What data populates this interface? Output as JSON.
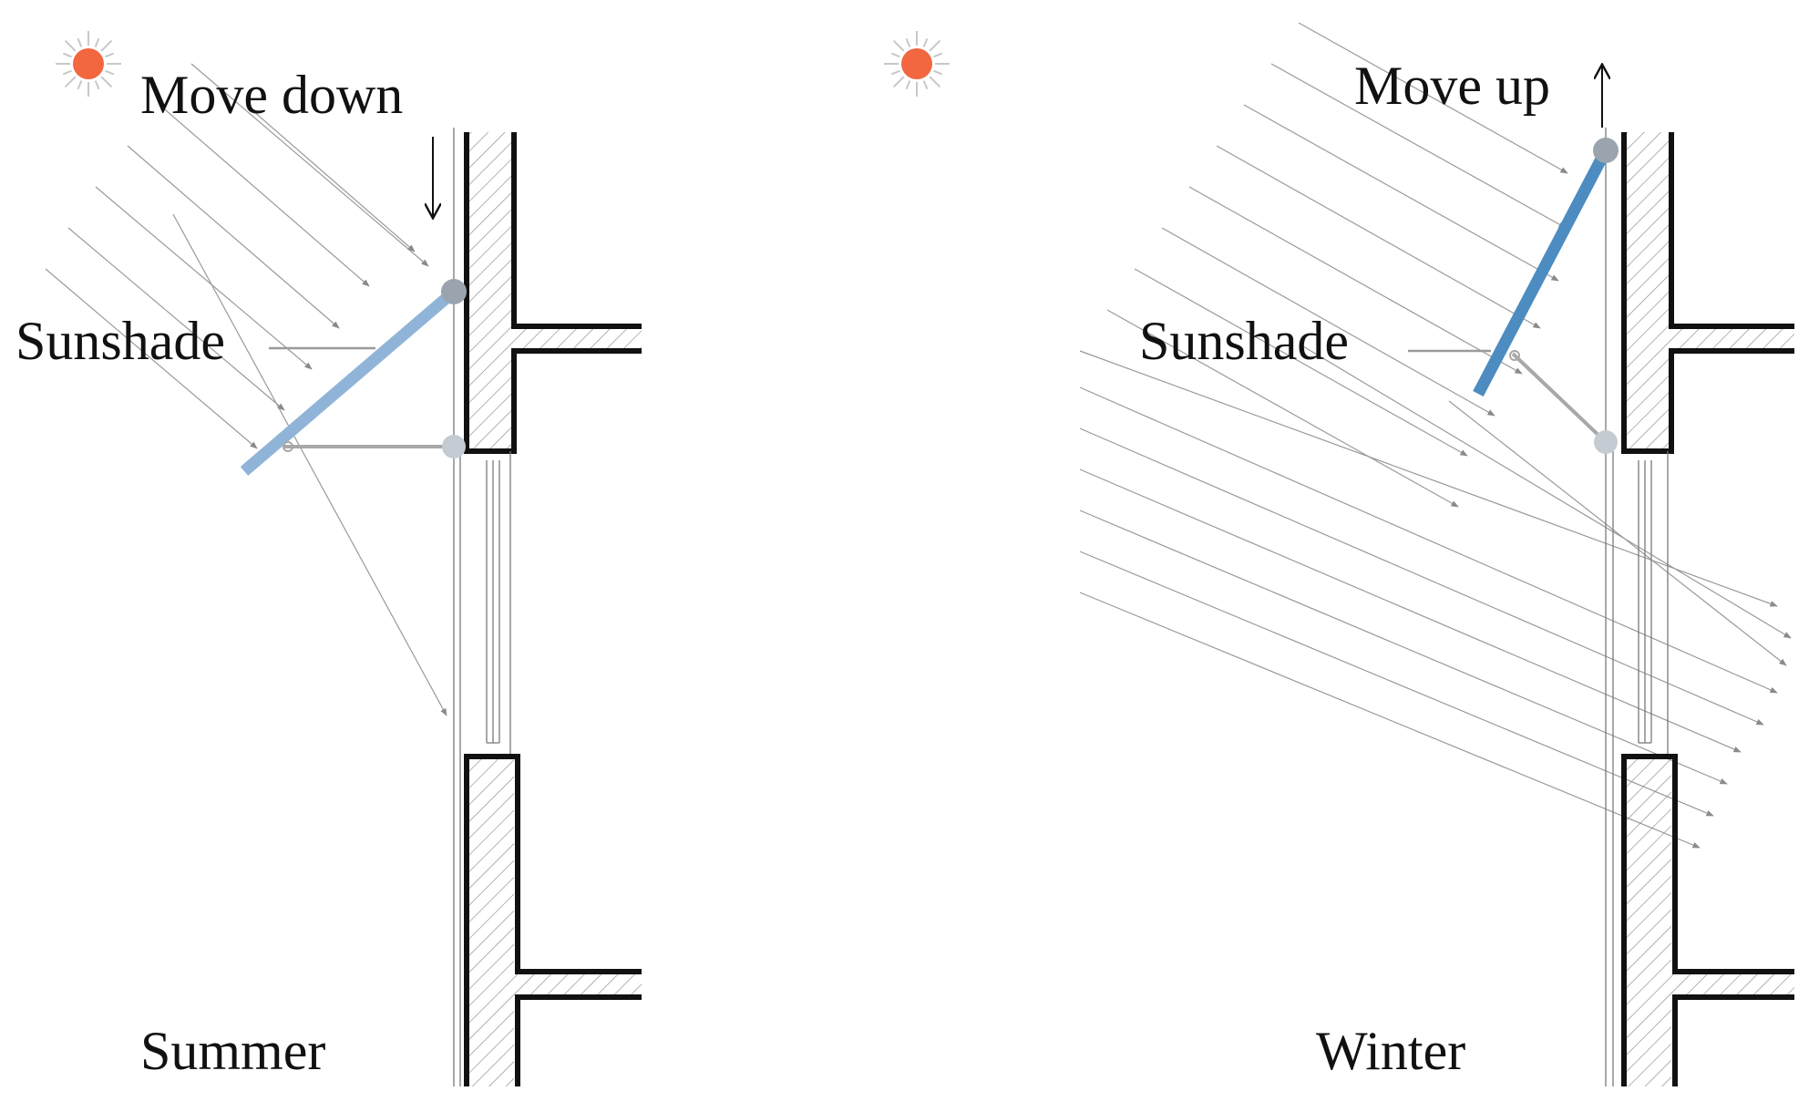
{
  "colors": {
    "sun": "#f26640",
    "sun_rays": "#c8c8c8",
    "sunshade": "#4c8cc0",
    "sunshade_summer": "#8fb4d8",
    "wall": "#111111",
    "hatch": "#777777",
    "light_rays": "#9a9a9a",
    "pivot_top_summer": "#9aa4ae",
    "pivot": "#c4cbd2"
  },
  "icons": {
    "sun": "sun-icon"
  },
  "panels": [
    {
      "id": "summer",
      "season_label": "Summer",
      "movement_label": "Move down",
      "movement_direction": "down",
      "component_label": "Sunshade"
    },
    {
      "id": "winter",
      "season_label": "Winter",
      "movement_label": "Move up",
      "movement_direction": "up",
      "component_label": "Sunshade"
    }
  ]
}
